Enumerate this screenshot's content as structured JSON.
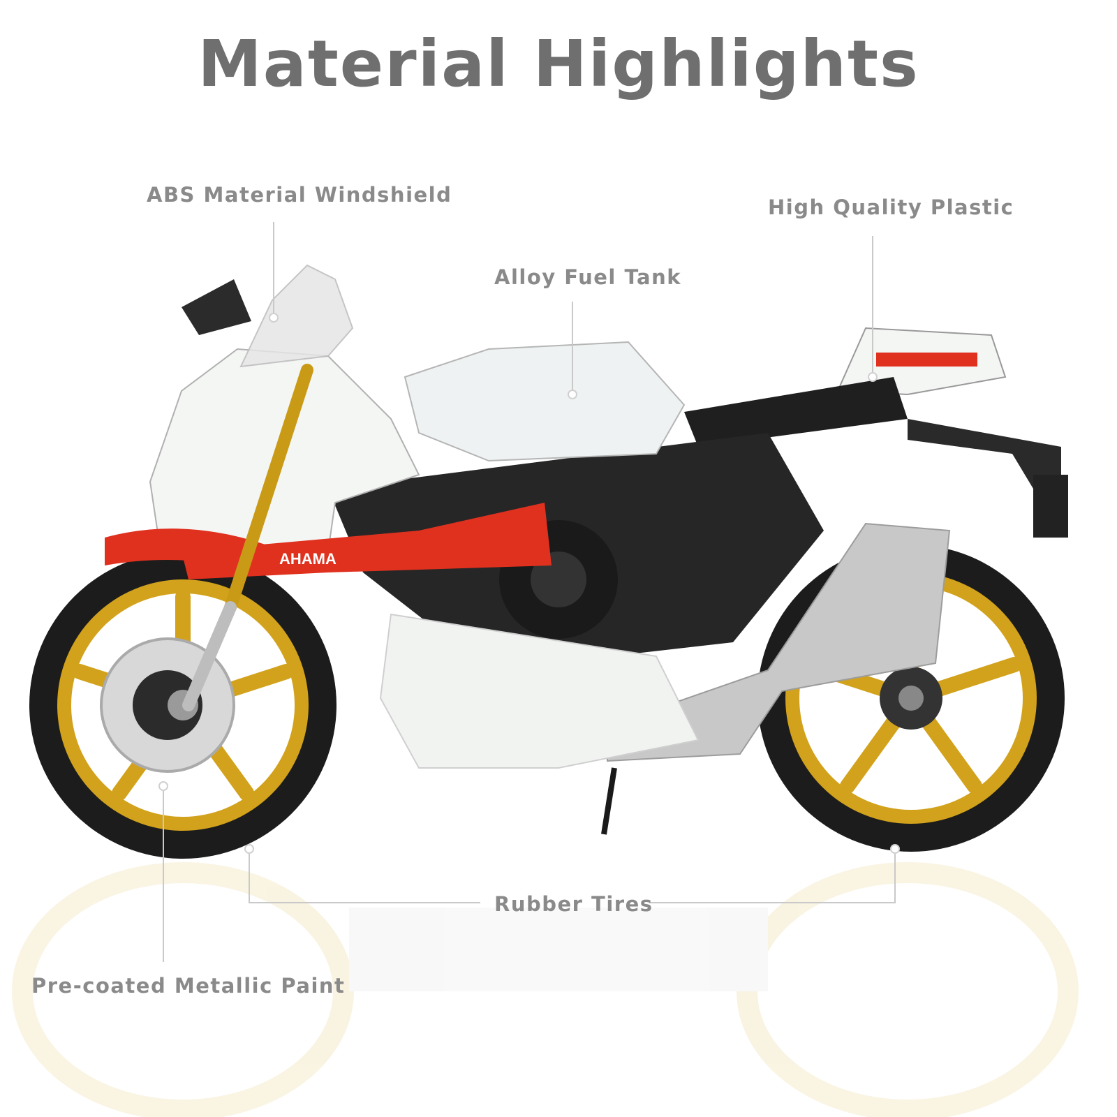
{
  "title": "Material Highlights",
  "callouts": {
    "windshield": "ABS Material Windshield",
    "plastic": "High Quality Plastic",
    "tank": "Alloy Fuel Tank",
    "tires": "Rubber Tires",
    "paint": "Pre-coated Metallic Paint"
  },
  "bike": {
    "decal": "AHAMA",
    "colors": {
      "fairing": "#f4f6f4",
      "accent_red": "#e0311f",
      "rim_gold": "#d2a21c",
      "tire": "#1c1c1c",
      "frame": "#262626",
      "exhaust": "#c8c8c8"
    }
  }
}
